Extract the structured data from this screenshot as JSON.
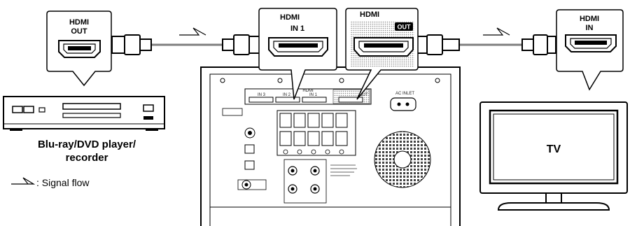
{
  "callouts": {
    "player": {
      "line1": "HDMI",
      "line2": "OUT"
    },
    "receiver_in": {
      "line1": "HDMI",
      "line2": "IN 1"
    },
    "receiver_out": {
      "line1": "HDMI",
      "badge": "OUT"
    },
    "tv": {
      "line1": "HDMI",
      "line2": "IN"
    }
  },
  "receiver_panel": {
    "hdmi_group_label": "HDMI",
    "ports": [
      "IN 3",
      "IN 2",
      "IN 1",
      "OUT"
    ],
    "ac_label": "AC INLET"
  },
  "devices": {
    "player_label_line1": "Blu-ray/DVD player/",
    "player_label_line2": "recorder",
    "tv_label": "TV"
  },
  "legend": {
    "label": ": Signal flow"
  }
}
